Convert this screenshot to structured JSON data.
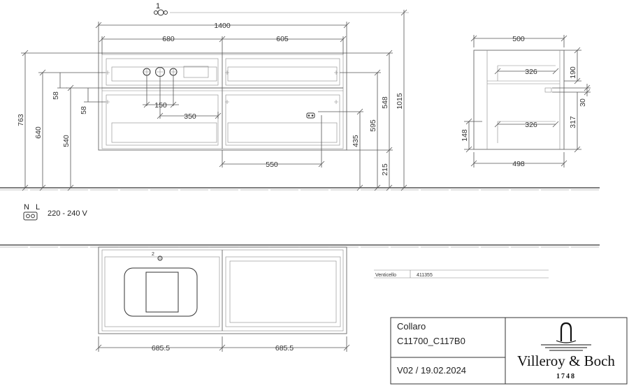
{
  "front_view": {
    "callout_1": "1",
    "dims": {
      "total_width": "1400",
      "width_left": "680",
      "width_right": "605",
      "height_total_left": "763",
      "height_640": "640",
      "height_540": "540",
      "gap_58_top": "58",
      "gap_58_bottom": "58",
      "spacing_150": "150",
      "offset_350": "350",
      "depth_550": "550",
      "height_435": "435",
      "height_595": "595",
      "height_548": "548",
      "height_1015": "1015",
      "floor_215": "215"
    }
  },
  "side_view": {
    "dims": {
      "depth_top": "500",
      "depth_bottom": "498",
      "drawer_depth_top": "326",
      "drawer_depth_bottom": "326",
      "height_190": "190",
      "height_30": "30",
      "height_317": "317",
      "height_148": "148"
    }
  },
  "electrical": {
    "label_n": "N",
    "label_l": "L",
    "voltage": "220 - 240 V"
  },
  "top_view": {
    "callout_2": "2",
    "width_left": "685.5",
    "width_right": "685.5"
  },
  "variant_table": {
    "name": "Venticello",
    "code": "411355"
  },
  "title_block": {
    "product": "Collaro",
    "article_codes": "C11700_C117B0",
    "version": "V02 / 19.02.2024",
    "brand": "Villeroy & Boch",
    "founded": "1748"
  }
}
